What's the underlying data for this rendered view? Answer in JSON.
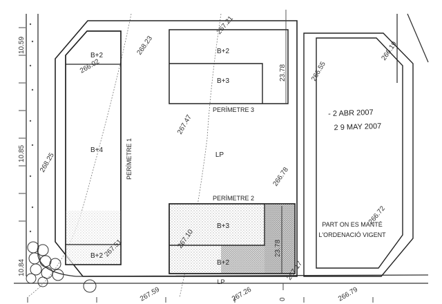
{
  "plan": {
    "blocks": {
      "b1_top": "B+2",
      "b1_mid": "B+4",
      "b1_bottom": "B+2",
      "b3_top": "B+2",
      "b3_bottom": "B+3",
      "b2_top": "B+3",
      "b2_bottom": "B+2"
    },
    "perimeters": {
      "p1": "PERÍMETRE 1",
      "p2": "PERÍMETRE 2",
      "p3": "PERÍMETRE 3"
    },
    "zone_lp_center": "LP",
    "zone_lp_bottom": "LP",
    "keep_note_line1": "PART ON ES MANTÉ",
    "keep_note_line2": "L'ORDENACIÓ VIGENT",
    "stamp_line1": "- 2 ABR 2007",
    "stamp_line2": "2 9 MAY 2007",
    "dimensions": {
      "left_top": "10.59",
      "left_mid": "10.85",
      "left_bottom": "10.84",
      "p3_height": "23.78",
      "p2_height": "23.78",
      "bottom_tick": "0"
    },
    "elevations": [
      "268.23",
      "267.21",
      "266.19",
      "266.55",
      "268.25",
      "267.47",
      "266.78",
      "267.51",
      "267.10",
      "267.17",
      "266.72",
      "267.59",
      "267.26",
      "266.79",
      "266.02"
    ]
  }
}
